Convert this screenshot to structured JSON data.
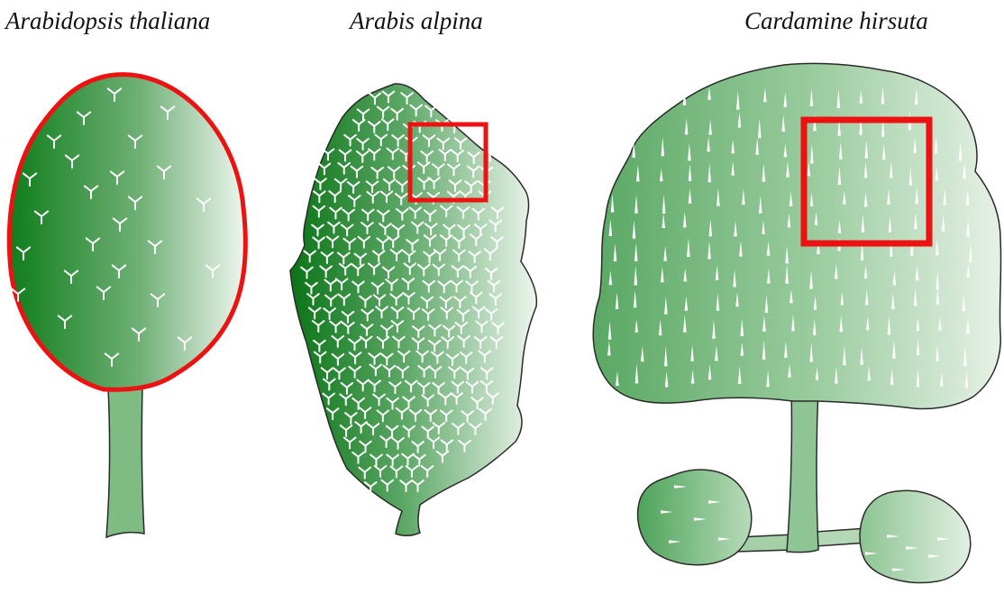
{
  "species": [
    {
      "name": "Arabidopsis thaliana"
    },
    {
      "name": "Arabis alpina"
    },
    {
      "name": "Cardamine hirsuta"
    }
  ],
  "colors": {
    "leaf_dark": "#0d7a19",
    "leaf_mid": "#6aae72",
    "leaf_light": "#eaf3ea",
    "outline": "#2a2a2a",
    "highlight": "#ee1111",
    "trichome": "#ffffff"
  }
}
